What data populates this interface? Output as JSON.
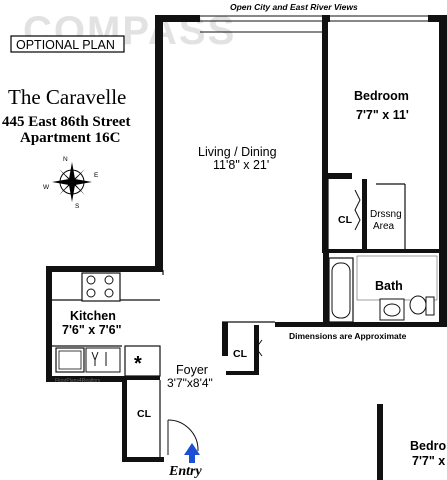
{
  "watermark": "COMPASS",
  "header": {
    "views": "Open City and East River Views",
    "optional_plan": "OPTIONAL PLAN"
  },
  "building": {
    "name": "The Caravelle",
    "address": "445 East 86th Street",
    "unit": "Apartment 16C"
  },
  "compass_rose": {
    "north": "N",
    "east": "E",
    "south": "S",
    "west": "W"
  },
  "rooms": {
    "living": {
      "name": "Living / Dining",
      "dims": "11'8\" x 21'"
    },
    "bedroom": {
      "name": "Bedroom",
      "dims": "7'7\" x 11'"
    },
    "closet_bedroom": "CL",
    "dressing": {
      "line1": "Drssng",
      "line2": "Area"
    },
    "bath": "Bath",
    "kitchen": {
      "name": "Kitchen",
      "dims": "7'6\" x 7'6\""
    },
    "foyer": {
      "name": "Foyer",
      "dims": "3'7\"x8'4\""
    },
    "closet_foyer": "CL",
    "closet_entry": "CL",
    "partial_bedroom": {
      "name": "Bedro",
      "dims": "7'7\" x"
    }
  },
  "notes": {
    "dimensions": "Dimensions are Approximate",
    "credit": "FloorPlans4Realtors"
  },
  "entry": "Entry",
  "colors": {
    "wall": "#111111",
    "entry_arrow": "#1a4fd6",
    "watermark": "#d8d8d8"
  }
}
